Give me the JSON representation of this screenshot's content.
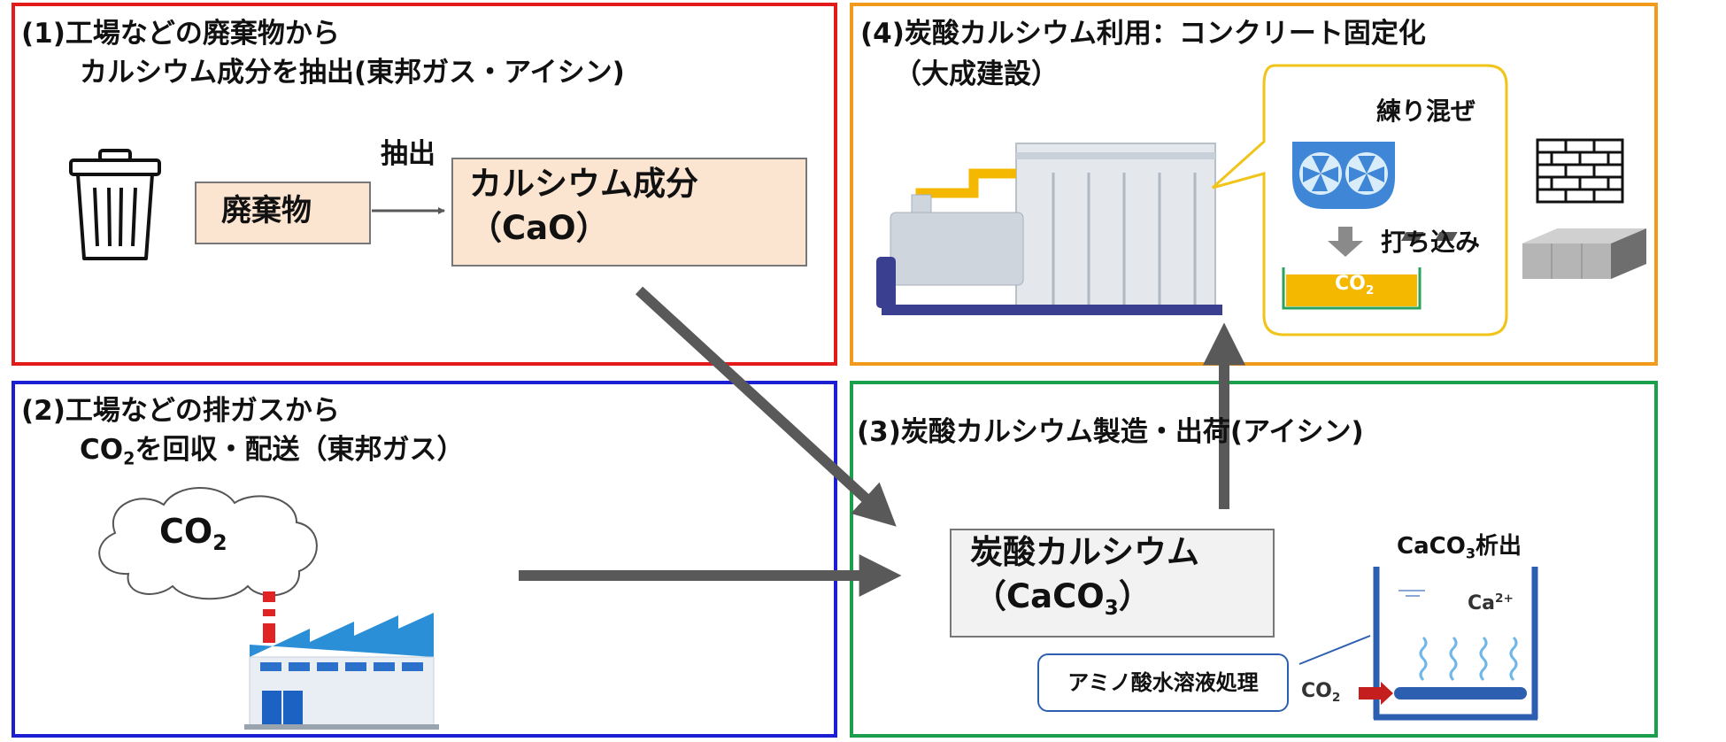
{
  "panel1": {
    "title_line1": "(1)工場などの廃棄物から",
    "title_line2": "カルシウム成分を抽出(東邦ガス・アイシン)",
    "waste_label": "廃棄物",
    "extract_label": "抽出",
    "calcium_label": "カルシウム成分",
    "calcium_formula": "（CaO）"
  },
  "panel2": {
    "title_line1": "(2)工場などの排ガスから",
    "title_line2_pre": "CO",
    "title_line2_sub": "2",
    "title_line2_post": "を回収・配送（東邦ガス）",
    "cloud_pre": "CO",
    "cloud_sub": "2"
  },
  "panel3": {
    "title": "(3)炭酸カルシウム製造・出荷(アイシン)",
    "product_label": "炭酸カルシウム",
    "product_formula_pre": "（CaCO",
    "product_formula_sub": "3",
    "product_formula_post": "）",
    "precip_pre": "CaCO",
    "precip_sub": "3",
    "precip_post": "析出",
    "ion_pre": "Ca",
    "ion_sup": "2+",
    "co2_pre": "CO",
    "co2_sub": "2",
    "process_label": "アミノ酸水溶液処理"
  },
  "panel4": {
    "title_line1": "(4)炭酸カルシウム利用：コンクリート固定化",
    "title_line2": "（大成建設）",
    "mix_label": "練り混ぜ",
    "pour_label": "打ち込み",
    "co2_pre": "CO",
    "co2_sub": "2"
  },
  "colors": {
    "panel1_border": "#e21a1a",
    "panel2_border": "#1c1fd1",
    "panel3_border": "#1aa04a",
    "panel4_border": "#f29a1c",
    "highlight_fill": "#fbe4d0",
    "arrow": "#595959",
    "co2_tray": "#f5b800"
  }
}
